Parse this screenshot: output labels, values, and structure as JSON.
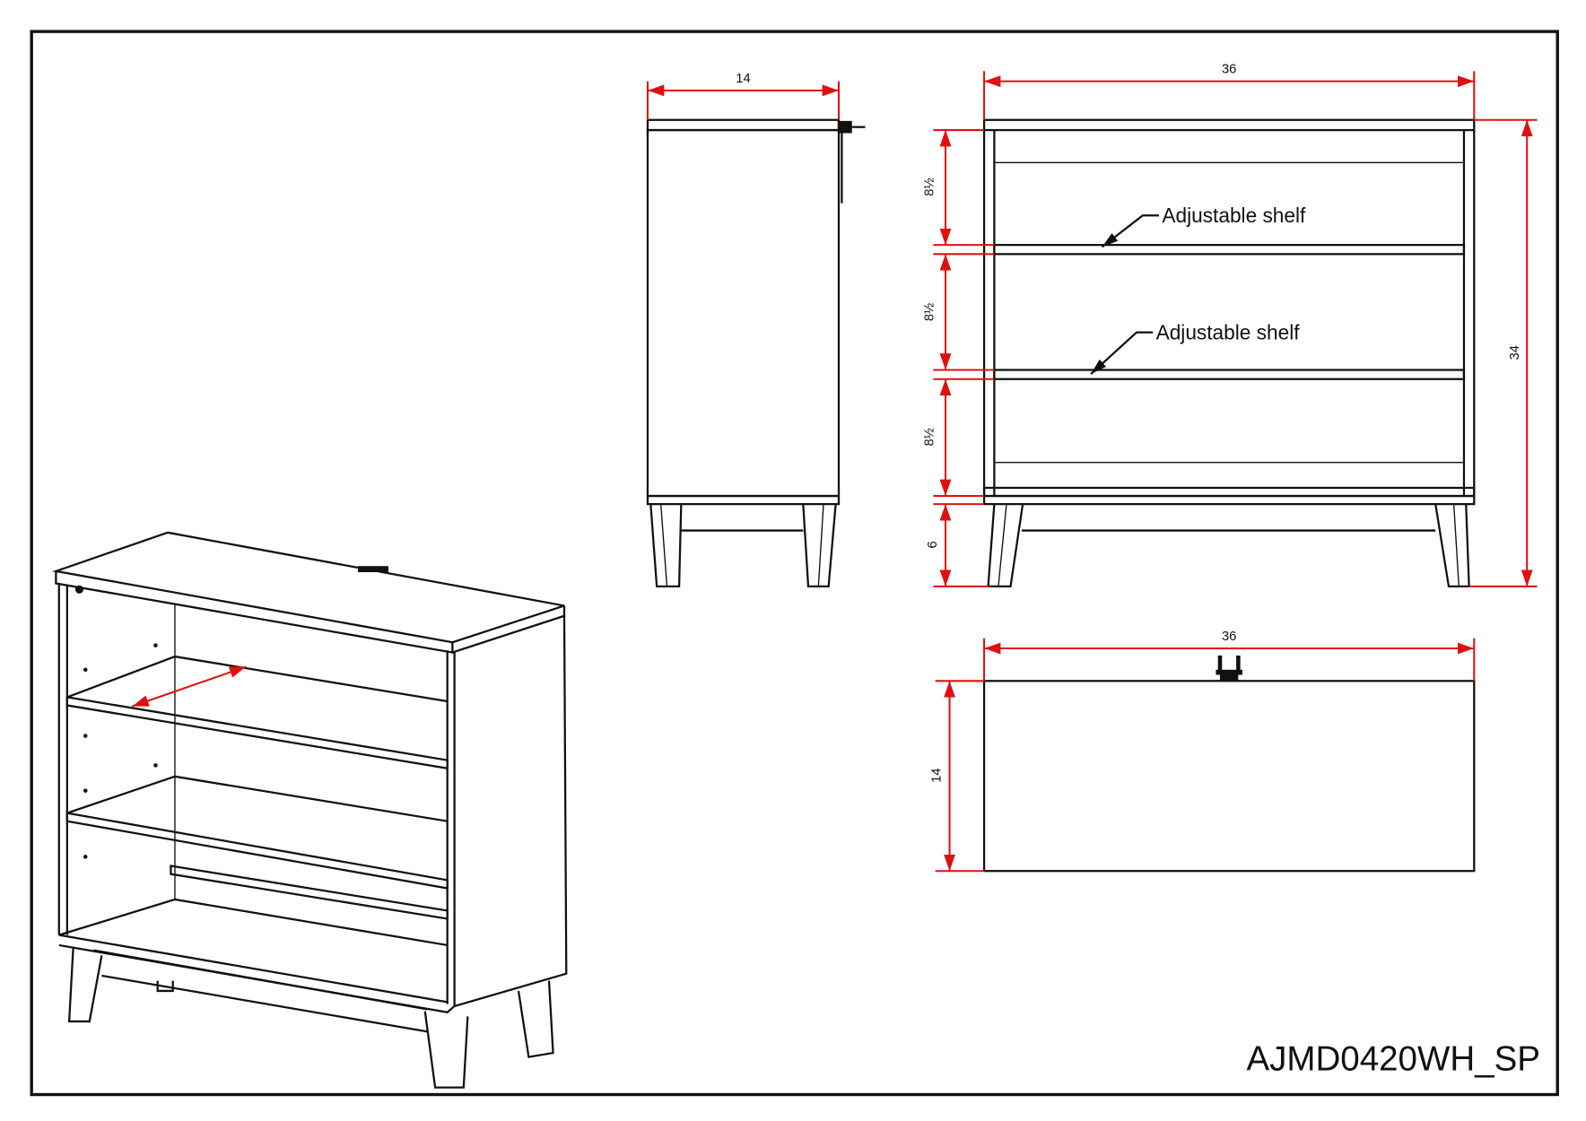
{
  "drawing": {
    "model_code": "AJMD0420WH_SP",
    "colors": {
      "line": "#111111",
      "dimension": "#e01010",
      "background": "#ffffff"
    }
  },
  "side_view": {
    "depth_label": "14"
  },
  "front_view": {
    "width_label": "36",
    "height_label": "34",
    "shelf_spacing_labels": [
      "8½",
      "8½",
      "8½"
    ],
    "leg_height_label": "6",
    "annotations": [
      "Adjustable shelf",
      "Adjustable shelf"
    ]
  },
  "top_view": {
    "width_label": "36",
    "depth_label": "14"
  }
}
